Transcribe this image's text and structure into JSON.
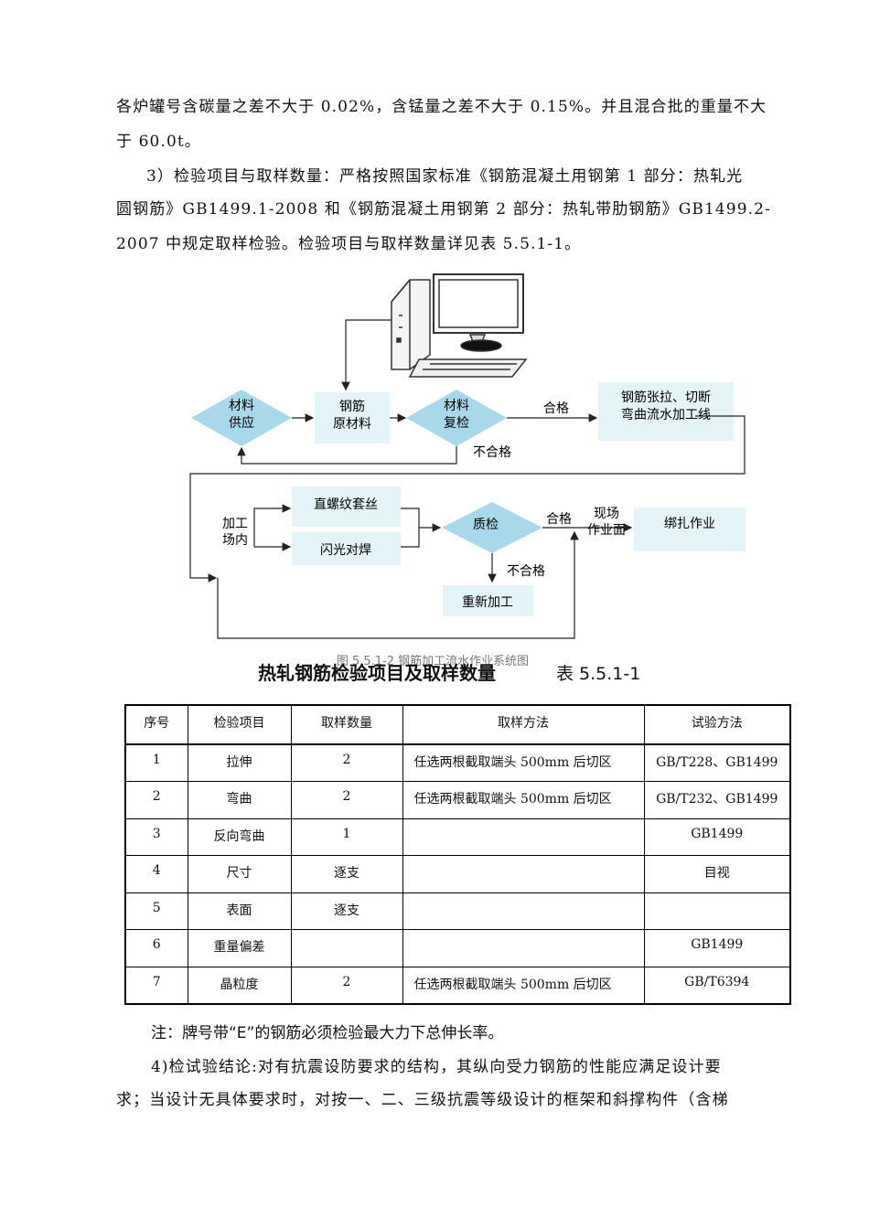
{
  "paragraphs": {
    "p1_line1": "各炉罐号含碳量之差不大于 0.02%，含锰量之差不大于 0.15%。并且混合批的重量不大",
    "p1_line2": "于 60.0t。",
    "p2_line1": "3）检验项目与取样数量：严格按照国家标准《钢筋混凝土用钢第 1 部分：热轧光",
    "p2_line2": "圆钢筋》GB1499.1-2008 和《钢筋混凝土用钢第 2 部分：热轧带肋钢筋》GB1499.2-",
    "p2_line3": "2007 中规定取样检验。检验项目与取样数量详见表 5.5.1-1。",
    "p3_line1": "4)检试验结论:对有抗震设防要求的结构，其纵向受力钢筋的性能应满足设计要",
    "p3_line2": "求；当设计无具体要求时，对按一、二、三级抗震等级设计的框架和斜撑构件（含梯"
  },
  "flowchart": {
    "supply_l1": "材料",
    "supply_l2": "供应",
    "raw_l1": "钢筋",
    "raw_l2": "原材料",
    "recheck_l1": "材料",
    "recheck_l2": "复检",
    "pass1": "合格",
    "fail1": "不合格",
    "line_l1": "钢筋张拉、切断",
    "line_l2": "弯曲流水加工线",
    "yard_l1": "加工",
    "yard_l2": "场内",
    "thread": "直螺纹套丝",
    "weld": "闪光对焊",
    "quality": "质检",
    "pass2": "合格",
    "site_l1": "现场",
    "site_l2": "作业面",
    "binding": "绑扎作业",
    "fail2": "不合格",
    "rework": "重新加工",
    "caption": "图 5.5.1-2   钢筋加工流水作业系统图"
  },
  "table": {
    "title": "热轧钢筋检验项目及取样数量",
    "number": "表 5.5.1-1",
    "headers": [
      "序号",
      "检验项目",
      "取样数量",
      "取样方法",
      "试验方法"
    ],
    "rows": [
      [
        "1",
        "拉伸",
        "2",
        "任选两根截取端头 500mm 后切区",
        "GB/T228、GB1499"
      ],
      [
        "2",
        "弯曲",
        "2",
        "任选两根截取端头 500mm 后切区",
        "GB/T232、GB1499"
      ],
      [
        "3",
        "反向弯曲",
        "1",
        "",
        "GB1499"
      ],
      [
        "4",
        "尺寸",
        "逐支",
        "",
        "目视"
      ],
      [
        "5",
        "表面",
        "逐支",
        "",
        ""
      ],
      [
        "6",
        "重量偏差",
        "",
        "",
        "GB1499"
      ],
      [
        "7",
        "晶粒度",
        "2",
        "任选两根截取端头 500mm 后切区",
        "GB/T6394"
      ]
    ],
    "note": "注：牌号带“E”的钢筋必须检验最大力下总伸长率。"
  },
  "colors": {
    "diamond": "#a9d8ea",
    "box": "#e3f3f8",
    "line": "#222222"
  }
}
